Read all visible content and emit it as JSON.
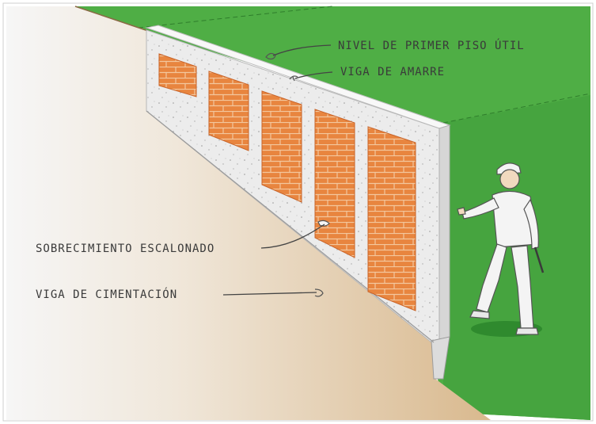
{
  "labels": {
    "nivel_primer_piso": "NIVEL DE  PRIMER PISO ÚTIL",
    "viga_amarre": "VIGA DE AMARRE",
    "sobrecimiento": "SOBRECIMIENTO ESCALONADO",
    "viga_cimentacion": "VIGA DE CIMENTACIÓN"
  },
  "colors": {
    "grass": "#4fae45",
    "grass_dark": "#3f9a3a",
    "soil": "#d9b98e",
    "soil_light": "#f5f5f5",
    "concrete": "#ececec",
    "concrete_edge": "#cfcfcf",
    "brick": "#e8853f",
    "mortar": "#f3c79d",
    "leader": "#444444"
  },
  "brick_panels": 5
}
